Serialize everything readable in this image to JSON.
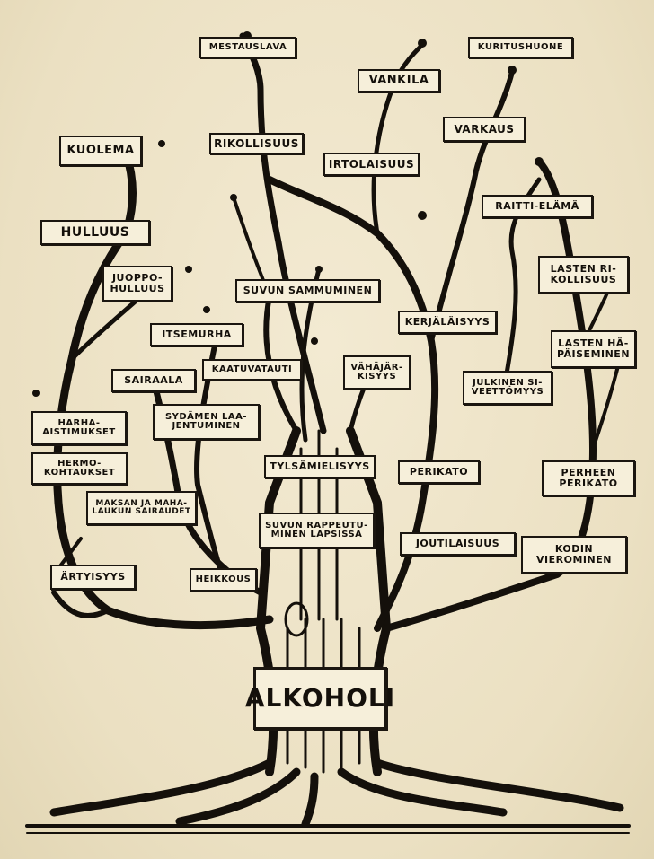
{
  "root": "ALKOHOLI",
  "labels": {
    "mestauslava": "MESTAUSLAVA",
    "vankila": "VANKILA",
    "kuritushuone": "KURITUSHUONE",
    "kuolema": "KUOLEMA",
    "rikollisuus": "RIKOLLISUUS",
    "irtolaisuus": "IRTOLAISUUS",
    "varkaus": "VARKAUS",
    "hulluus": "HULLUUS",
    "raitti_elama": "RAITTI-ELÄMÄ",
    "juoppohulluus": "JUOPPO-\nHULLUUS",
    "suvun_sammuminen": "SUVUN SAMMUMINEN",
    "lasten_rikollisuus": "LASTEN RI-\nKOLLISUUS",
    "kerjalaisyys": "KERJÄLÄISYYS",
    "itsemurha": "ITSEMURHA",
    "kaatuvatauti": "KAATUVATAUTI",
    "vahajarkisyys": "VÄHÄJÄR-\nKISYYS",
    "lasten_hapaiseminen": "LASTEN HÄ-\nPÄISEMINEN",
    "sairaala": "SAIRAALA",
    "julkinen_siveettomyys": "JULKINEN SI-\nVEETTÖMYYS",
    "harha_aistimukset": "HARHA-\nAISTIMUKSET",
    "sydamen_laajentuminen": "SYDÄMEN LAA-\nJENTUMINEN",
    "hermokohtaukset": "HERMO-\nKOHTAUKSET",
    "tylsamielisyys": "TYLSÄMIELISYYS",
    "perikato": "PERIKATO",
    "perheen_perikato": "PERHEEN\nPERIKATO",
    "maksan_ja_mahalaukun_sairaudet": "MAKSAN JA MAHA-\nLAUKUN SAIRAUDET",
    "suvun_rappeutuminen": "SUVUN RAPPEUTU-\nMINEN LAPSISSA",
    "joutilaisuus": "JOUTILAISUUS",
    "kodin_vierominen": "KODIN\nVIEROMINEN",
    "artyisyys": "ÄRTYISYYS",
    "heikkous": "HEIKKOUS"
  }
}
